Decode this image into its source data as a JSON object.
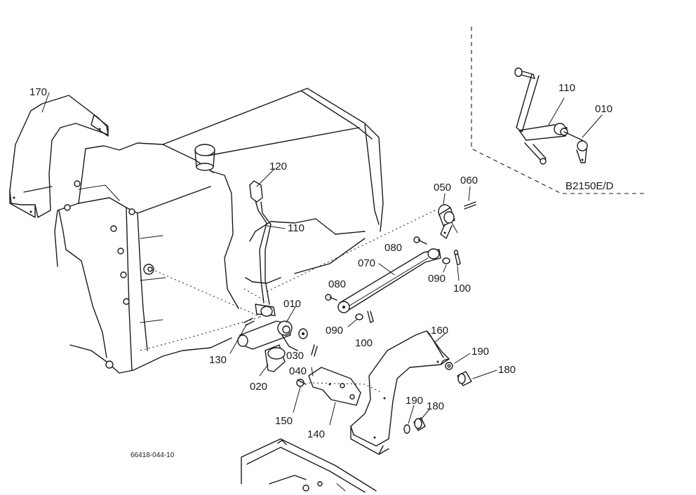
{
  "inset": {
    "model_label": "B2150E/D"
  },
  "figure_ref": "66418-044-10",
  "callouts": {
    "c170": "170",
    "c120": "120",
    "c110_main": "110",
    "c010_main": "010",
    "c130": "130",
    "c030": "030",
    "c040": "040",
    "c020": "020",
    "c150": "150",
    "c140": "140",
    "c080_a": "080",
    "c090_a": "090",
    "c100_a": "100",
    "c070": "070",
    "c080_b": "080",
    "c050": "050",
    "c060": "060",
    "c090_b": "090",
    "c100_b": "100",
    "c160": "160",
    "c190_a": "190",
    "c180_a": "180",
    "c190_b": "190",
    "c180_b": "180",
    "c110_inset": "110",
    "c010_inset": "010"
  }
}
